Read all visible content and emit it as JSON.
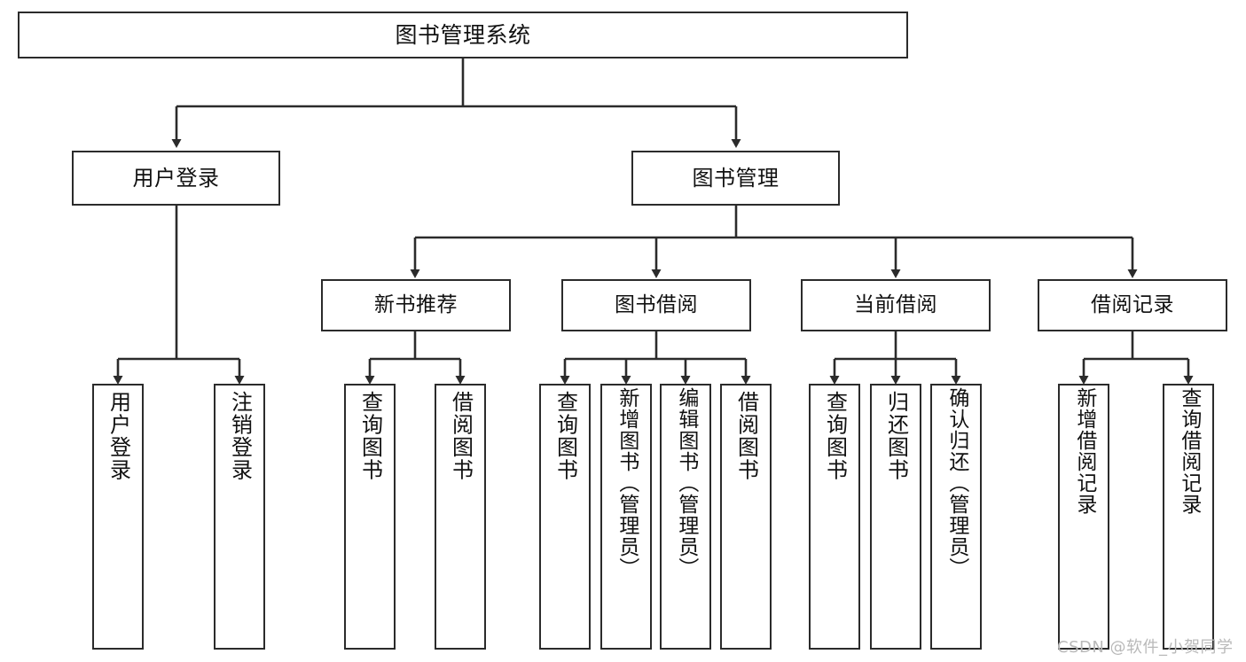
{
  "diagram": {
    "title": "图书管理系统",
    "type": "tree",
    "watermark": "CSDN @软件_小贺同学",
    "colors": {
      "box_border": "#2b2b2b",
      "box_fill": "#ffffff",
      "edge": "#2b2b2b",
      "text": "#111111",
      "watermark": "#b9b9b9"
    },
    "root": {
      "id": "root",
      "label": "图书管理系统"
    },
    "level2": [
      {
        "id": "user-login",
        "label": "用户登录"
      },
      {
        "id": "book-manage",
        "label": "图书管理"
      }
    ],
    "level3": [
      {
        "id": "new-book-rec",
        "label": "新书推荐",
        "parent": "book-manage"
      },
      {
        "id": "book-borrow",
        "label": "图书借阅",
        "parent": "book-manage"
      },
      {
        "id": "current-borrow",
        "label": "当前借阅",
        "parent": "book-manage"
      },
      {
        "id": "borrow-record",
        "label": "借阅记录",
        "parent": "book-manage"
      }
    ],
    "leaves": {
      "user-login": [
        {
          "id": "leaf-user-login",
          "label": "用户登录"
        },
        {
          "id": "leaf-user-logout",
          "label": "注销登录"
        }
      ],
      "new-book-rec": [
        {
          "id": "leaf-query-book-1",
          "label": "查询图书"
        },
        {
          "id": "leaf-borrow-book-1",
          "label": "借阅图书"
        }
      ],
      "book-borrow": [
        {
          "id": "leaf-query-book-2",
          "label": "查询图书"
        },
        {
          "id": "leaf-add-book",
          "label": "新增图书（管理员）"
        },
        {
          "id": "leaf-edit-book",
          "label": "编辑图书（管理员）"
        },
        {
          "id": "leaf-borrow-book-2",
          "label": "借阅图书"
        }
      ],
      "current-borrow": [
        {
          "id": "leaf-query-book-3",
          "label": "查询图书"
        },
        {
          "id": "leaf-return-book",
          "label": "归还图书"
        },
        {
          "id": "leaf-confirm-return",
          "label": "确认归还（管理员）"
        }
      ],
      "borrow-record": [
        {
          "id": "leaf-add-record",
          "label": "新增借阅记录"
        },
        {
          "id": "leaf-query-record",
          "label": "查询借阅记录"
        }
      ]
    }
  }
}
